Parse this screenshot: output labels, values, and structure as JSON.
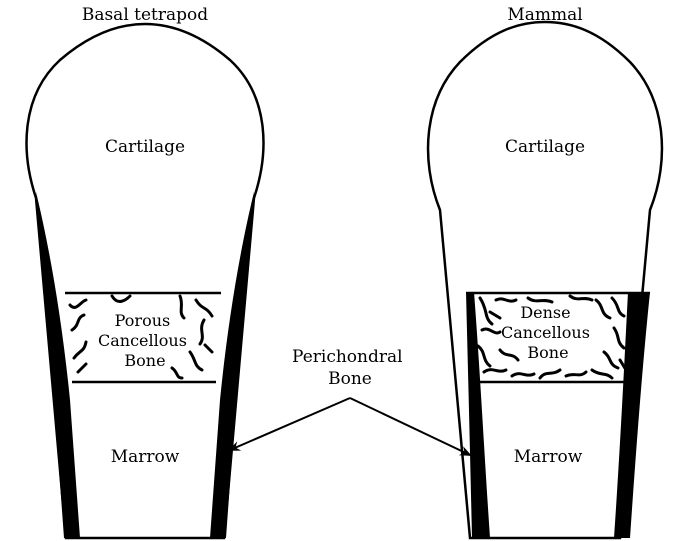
{
  "left": {
    "title": "Basal tetrapod",
    "top_label": "Cartilage",
    "cancellous_lines": [
      "Porous",
      "Cancellous",
      "Bone"
    ],
    "bottom_label": "Marrow"
  },
  "right": {
    "title": "Mammal",
    "top_label": "Cartilage",
    "cancellous_lines": [
      "Dense",
      "Cancellous",
      "Bone"
    ],
    "bottom_label": "Marrow"
  },
  "pointer": {
    "lines": [
      "Perichondral",
      "Bone"
    ]
  },
  "colors": {
    "ink": "#000000",
    "paper": "#ffffff"
  }
}
